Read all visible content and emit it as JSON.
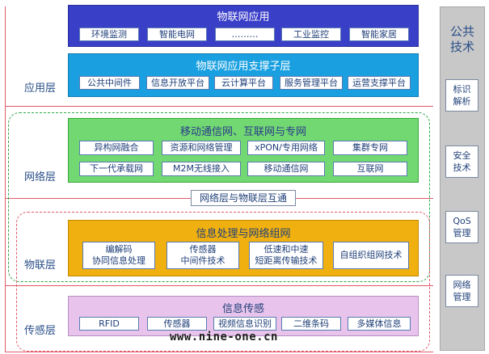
{
  "layers": {
    "application": "应用层",
    "network": "网络层",
    "iot": "物联层",
    "sensing": "传感层"
  },
  "app_band": {
    "title": "物联网应用",
    "items": [
      "环境监测",
      "智能电网",
      "………",
      "工业监控",
      "智能家居"
    ]
  },
  "support_band": {
    "title": "物联网应用支撑子层",
    "items": [
      "公共中间件",
      "信息开放平台",
      "云计算平台",
      "服务管理平台",
      "运营支撑平台"
    ]
  },
  "network_band": {
    "title": "移动通信网、互联网与专网",
    "row1": [
      "异构网融合",
      "资源和网络管理",
      "xPON/专用网络",
      "集群专网"
    ],
    "row2": [
      "下一代承载网",
      "M2M无线接入",
      "移动通信网",
      "互联网"
    ]
  },
  "interconnect": "网络层与物联层互通",
  "processing_band": {
    "title": "信息处理与网络组网",
    "items": [
      {
        "line1": "编解码",
        "line2": "协同信息处理"
      },
      {
        "line1": "传感器",
        "line2": "中间件技术"
      },
      {
        "line1": "低速和中速",
        "line2": "短距离传输技术"
      },
      {
        "line1": "自组织组网技术",
        "line2": ""
      }
    ]
  },
  "sensing_band": {
    "title": "信息传感",
    "items": [
      "RFID",
      "传感器",
      "视频信息识别",
      "二维条码",
      "多媒体信息"
    ]
  },
  "public_tech": {
    "title_line1": "公共",
    "title_line2": "技术",
    "items": [
      {
        "line1": "标识",
        "line2": "解析"
      },
      {
        "line1": "安全",
        "line2": "技术"
      },
      {
        "line1": "QoS",
        "line2": "管理"
      },
      {
        "line1": "网络",
        "line2": "管理"
      }
    ]
  },
  "watermark": "www.nine-one.cn",
  "colors": {
    "app_band": "#3a3fc8",
    "support_band": "#1aa0e0",
    "network_band": "#72d872",
    "processing_band": "#f0b010",
    "sensing_band": "#e8c4ec",
    "separator": "#e05a6a",
    "public_column": "#c8c8c8"
  }
}
